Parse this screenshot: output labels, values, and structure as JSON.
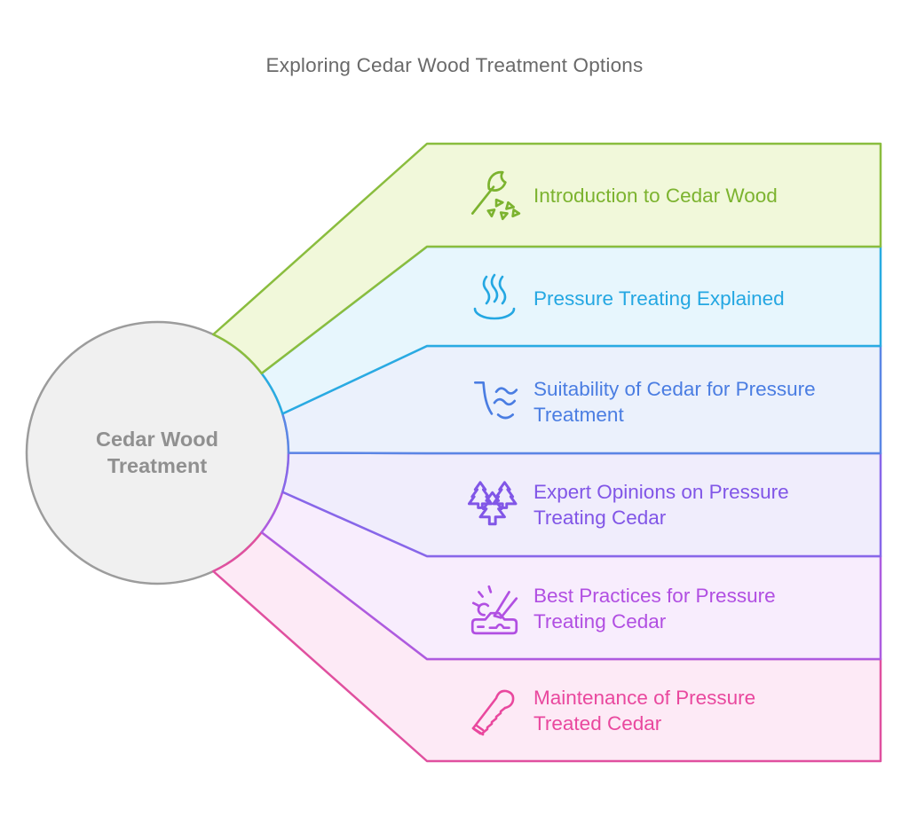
{
  "title": {
    "text": "Exploring Cedar Wood Treatment Options",
    "color": "#696969"
  },
  "center": {
    "lines": [
      "Cedar Wood",
      "Treatment"
    ],
    "fill": "#f0f0f0",
    "border": "#9c9c9c",
    "text_color": "#909090"
  },
  "bands": [
    {
      "lines": [
        "Introduction to Cedar Wood"
      ],
      "icon": "axe-icon",
      "stroke": "#8abd3e",
      "fill": "#f1f8da",
      "text_color": "#7cb32f"
    },
    {
      "lines": [
        "Pressure Treating Explained"
      ],
      "icon": "steam-icon",
      "stroke": "#29abe2",
      "fill": "#e7f6fd",
      "text_color": "#24a7e2"
    },
    {
      "lines": [
        "Suitability of Cedar for Pressure",
        "Treatment"
      ],
      "icon": "dipping-tank-icon",
      "stroke": "#5b86e5",
      "fill": "#ebf1fc",
      "text_color": "#4a7de2"
    },
    {
      "lines": [
        "Expert Opinions on Pressure",
        "Treating Cedar"
      ],
      "icon": "pine-trees-icon",
      "stroke": "#8767e9",
      "fill": "#f0edfc",
      "text_color": "#8156e7"
    },
    {
      "lines": [
        "Best Practices for Pressure",
        "Treating Cedar"
      ],
      "icon": "engraving-tool-icon",
      "stroke": "#ad5ce0",
      "fill": "#f8edfd",
      "text_color": "#b14fe2"
    },
    {
      "lines": [
        "Maintenance of Pressure",
        "Treated Cedar"
      ],
      "icon": "handsaw-icon",
      "stroke": "#e0509f",
      "fill": "#fdeaf6",
      "text_color": "#e9489e"
    }
  ]
}
